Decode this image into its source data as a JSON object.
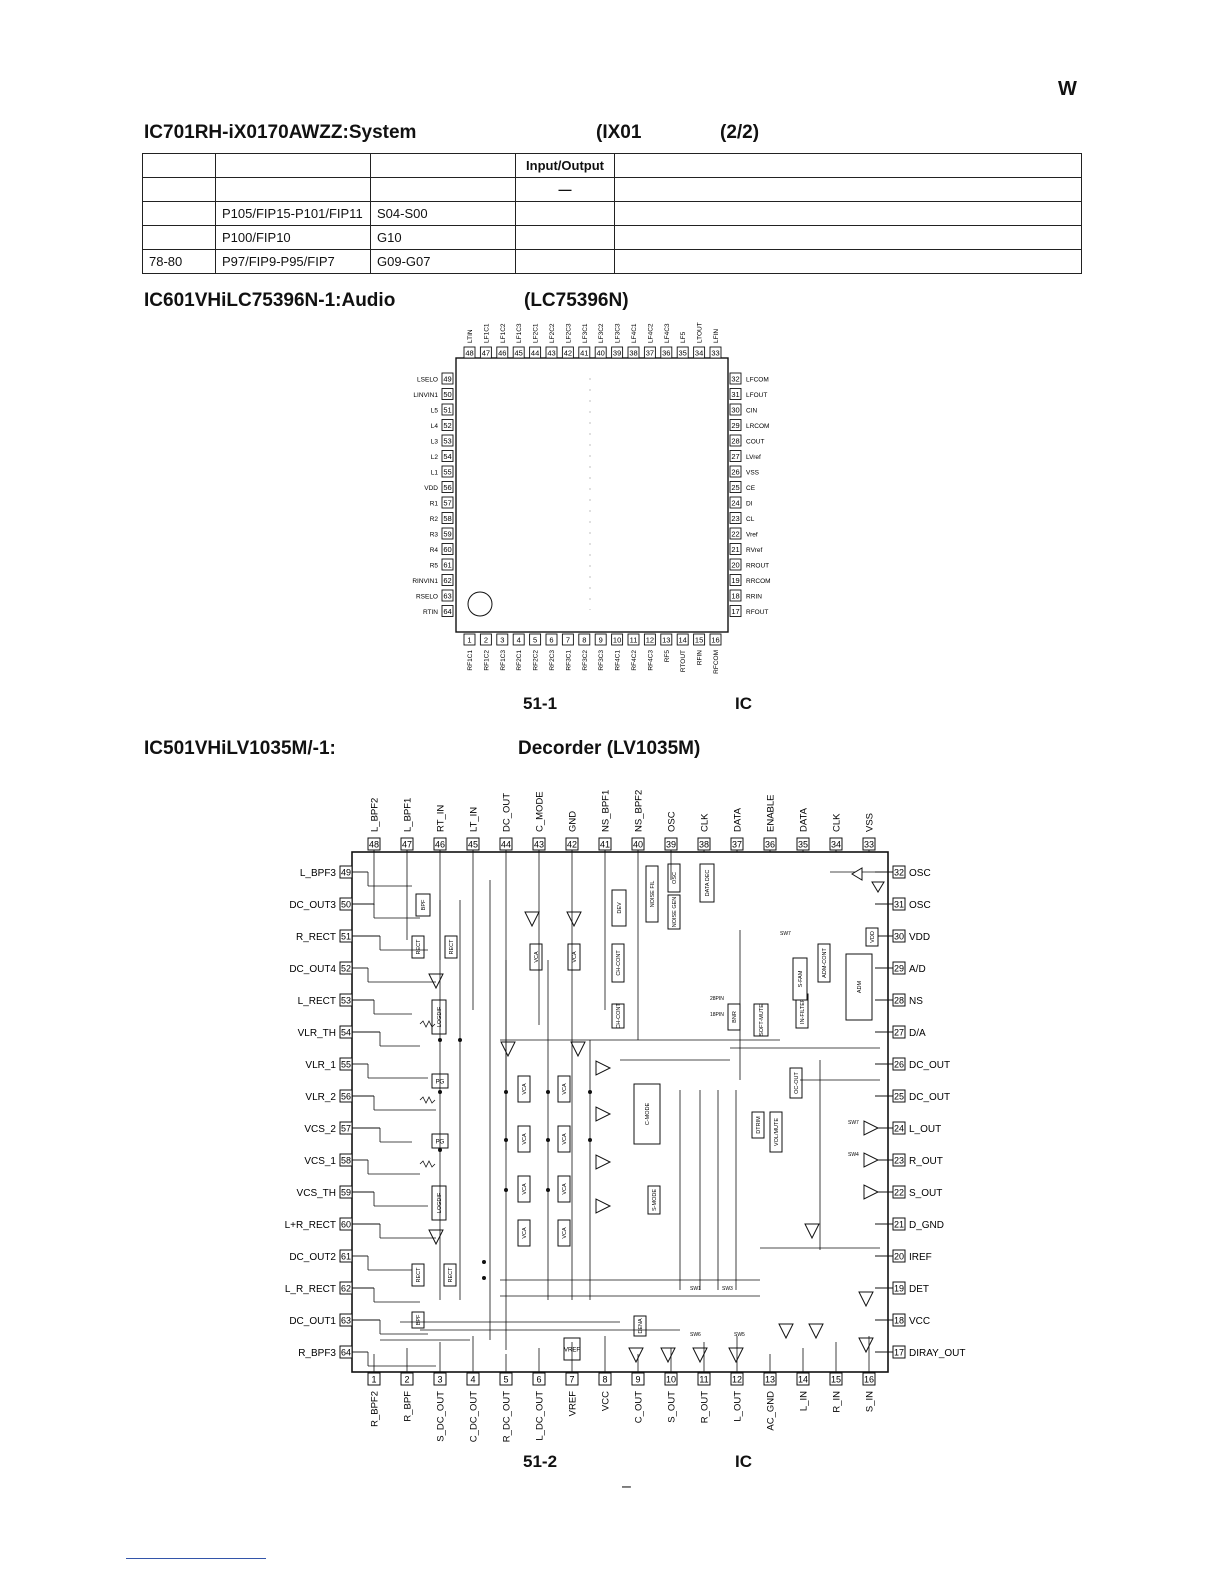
{
  "page_corner": "W",
  "ic701": {
    "title": "IC701RH-iX0170AWZZ:System",
    "subtitle": "(IX01",
    "page": "(2/2)",
    "table": {
      "header": [
        "",
        "",
        "",
        "Input/Output",
        ""
      ],
      "rows": [
        [
          "",
          "",
          "",
          "—",
          ""
        ],
        [
          "",
          "P105/FIP15-P101/FIP11",
          "S04-S00",
          "",
          ""
        ],
        [
          "",
          "P100/FIP10",
          "G10",
          "",
          ""
        ],
        [
          "78-80",
          "P97/FIP9-P95/FIP7",
          "G09-G07",
          "",
          ""
        ]
      ]
    }
  },
  "ic601": {
    "title": "IC601VHiLC75396N-1:Audio",
    "subtitle": "(LC75396N)",
    "top_pins": [
      {
        "n": "48",
        "l": "LTIN"
      },
      {
        "n": "47",
        "l": "LF1C1"
      },
      {
        "n": "46",
        "l": "LF1C2"
      },
      {
        "n": "45",
        "l": "LF1C3"
      },
      {
        "n": "44",
        "l": "LF2C1"
      },
      {
        "n": "43",
        "l": "LF2C2"
      },
      {
        "n": "42",
        "l": "LF2C3"
      },
      {
        "n": "41",
        "l": "LF3C1"
      },
      {
        "n": "40",
        "l": "LF3C2"
      },
      {
        "n": "39",
        "l": "LF3C3"
      },
      {
        "n": "38",
        "l": "LF4C1"
      },
      {
        "n": "37",
        "l": "LF4C2"
      },
      {
        "n": "36",
        "l": "LF4C3"
      },
      {
        "n": "35",
        "l": "LF5"
      },
      {
        "n": "34",
        "l": "LTOUT"
      },
      {
        "n": "33",
        "l": "LFIN"
      }
    ],
    "left_pins": [
      {
        "n": "49",
        "l": "LSELO"
      },
      {
        "n": "50",
        "l": "LINVIN1"
      },
      {
        "n": "51",
        "l": "L5"
      },
      {
        "n": "52",
        "l": "L4"
      },
      {
        "n": "53",
        "l": "L3"
      },
      {
        "n": "54",
        "l": "L2"
      },
      {
        "n": "55",
        "l": "L1"
      },
      {
        "n": "56",
        "l": "VDD"
      },
      {
        "n": "57",
        "l": "R1"
      },
      {
        "n": "58",
        "l": "R2"
      },
      {
        "n": "59",
        "l": "R3"
      },
      {
        "n": "60",
        "l": "R4"
      },
      {
        "n": "61",
        "l": "R5"
      },
      {
        "n": "62",
        "l": "RINVIN1"
      },
      {
        "n": "63",
        "l": "RSELO"
      },
      {
        "n": "64",
        "l": "RTIN"
      }
    ],
    "right_pins": [
      {
        "n": "32",
        "l": "LFCOM"
      },
      {
        "n": "31",
        "l": "LFOUT"
      },
      {
        "n": "30",
        "l": "CIN"
      },
      {
        "n": "29",
        "l": "LRCOM"
      },
      {
        "n": "28",
        "l": "COUT"
      },
      {
        "n": "27",
        "l": "LVref"
      },
      {
        "n": "26",
        "l": "VSS"
      },
      {
        "n": "25",
        "l": "CE"
      },
      {
        "n": "24",
        "l": "DI"
      },
      {
        "n": "23",
        "l": "CL"
      },
      {
        "n": "22",
        "l": "Vref"
      },
      {
        "n": "21",
        "l": "RVref"
      },
      {
        "n": "20",
        "l": "RROUT"
      },
      {
        "n": "19",
        "l": "RRCOM"
      },
      {
        "n": "18",
        "l": "RRIN"
      },
      {
        "n": "17",
        "l": "RFOUT"
      }
    ],
    "bottom_pins": [
      {
        "n": "1",
        "l": "RF1C1"
      },
      {
        "n": "2",
        "l": "RF1C2"
      },
      {
        "n": "3",
        "l": "RF1C3"
      },
      {
        "n": "4",
        "l": "RF2C1"
      },
      {
        "n": "5",
        "l": "RF2C2"
      },
      {
        "n": "6",
        "l": "RF2C3"
      },
      {
        "n": "7",
        "l": "RF3C1"
      },
      {
        "n": "8",
        "l": "RF3C2"
      },
      {
        "n": "9",
        "l": "RF3C3"
      },
      {
        "n": "10",
        "l": "RF4C1"
      },
      {
        "n": "11",
        "l": "RF4C2"
      },
      {
        "n": "12",
        "l": "RF4C3"
      },
      {
        "n": "13",
        "l": "RF5"
      },
      {
        "n": "14",
        "l": "RTOUT"
      },
      {
        "n": "15",
        "l": "RFIN"
      },
      {
        "n": "16",
        "l": "RFCOM"
      }
    ],
    "caption_num": "51-1",
    "caption_ic": "IC"
  },
  "ic501": {
    "title": "IC501VHiLV1035M/-1:",
    "subtitle": "Decorder (LV1035M)",
    "top_pins": [
      {
        "n": "48",
        "l": "L_BPF2"
      },
      {
        "n": "47",
        "l": "L_BPF1"
      },
      {
        "n": "46",
        "l": "RT_IN"
      },
      {
        "n": "45",
        "l": "LT_IN"
      },
      {
        "n": "44",
        "l": "DC_OUT"
      },
      {
        "n": "43",
        "l": "C_MODE"
      },
      {
        "n": "42",
        "l": "GND"
      },
      {
        "n": "41",
        "l": "NS_BPF1"
      },
      {
        "n": "40",
        "l": "NS_BPF2"
      },
      {
        "n": "39",
        "l": "OSC"
      },
      {
        "n": "38",
        "l": "CLK"
      },
      {
        "n": "37",
        "l": "DATA"
      },
      {
        "n": "36",
        "l": "ENABLE"
      },
      {
        "n": "35",
        "l": "DATA"
      },
      {
        "n": "34",
        "l": "CLK"
      },
      {
        "n": "33",
        "l": "VSS"
      }
    ],
    "left_pins": [
      {
        "n": "49",
        "l": "L_BPF3"
      },
      {
        "n": "50",
        "l": "DC_OUT3"
      },
      {
        "n": "51",
        "l": "R_RECT"
      },
      {
        "n": "52",
        "l": "DC_OUT4"
      },
      {
        "n": "53",
        "l": "L_RECT"
      },
      {
        "n": "54",
        "l": "VLR_TH"
      },
      {
        "n": "55",
        "l": "VLR_1"
      },
      {
        "n": "56",
        "l": "VLR_2"
      },
      {
        "n": "57",
        "l": "VCS_2"
      },
      {
        "n": "58",
        "l": "VCS_1"
      },
      {
        "n": "59",
        "l": "VCS_TH"
      },
      {
        "n": "60",
        "l": "L+R_RECT"
      },
      {
        "n": "61",
        "l": "DC_OUT2"
      },
      {
        "n": "62",
        "l": "L_R_RECT"
      },
      {
        "n": "63",
        "l": "DC_OUT1"
      },
      {
        "n": "64",
        "l": "R_BPF3"
      }
    ],
    "right_pins": [
      {
        "n": "32",
        "l": "OSC"
      },
      {
        "n": "31",
        "l": "OSC"
      },
      {
        "n": "30",
        "l": "VDD"
      },
      {
        "n": "29",
        "l": "A/D"
      },
      {
        "n": "28",
        "l": "NS"
      },
      {
        "n": "27",
        "l": "D/A"
      },
      {
        "n": "26",
        "l": "DC_OUT"
      },
      {
        "n": "25",
        "l": "DC_OUT"
      },
      {
        "n": "24",
        "l": "L_OUT"
      },
      {
        "n": "23",
        "l": "R_OUT"
      },
      {
        "n": "22",
        "l": "S_OUT"
      },
      {
        "n": "21",
        "l": "D_GND"
      },
      {
        "n": "20",
        "l": "IREF"
      },
      {
        "n": "19",
        "l": "DET"
      },
      {
        "n": "18",
        "l": "VCC"
      },
      {
        "n": "17",
        "l": "DIRAY_OUT"
      }
    ],
    "bottom_pins": [
      {
        "n": "1",
        "l": "R_BPF2"
      },
      {
        "n": "2",
        "l": "R_BPF"
      },
      {
        "n": "3",
        "l": "S_DC_OUT"
      },
      {
        "n": "4",
        "l": "C_DC_OUT"
      },
      {
        "n": "5",
        "l": "R_DC_OUT"
      },
      {
        "n": "6",
        "l": "L_DC_OUT"
      },
      {
        "n": "7",
        "l": "VREF"
      },
      {
        "n": "8",
        "l": "VCC"
      },
      {
        "n": "9",
        "l": "C_OUT"
      },
      {
        "n": "10",
        "l": "S_OUT"
      },
      {
        "n": "11",
        "l": "R_OUT"
      },
      {
        "n": "12",
        "l": "L_OUT"
      },
      {
        "n": "13",
        "l": "AC_GND"
      },
      {
        "n": "14",
        "l": "L_IN"
      },
      {
        "n": "15",
        "l": "R_IN"
      },
      {
        "n": "16",
        "l": "S_IN"
      }
    ],
    "blocks": [
      "BPF",
      "RECT",
      "RECT",
      "LOGDIF",
      "PG",
      "PG",
      "LOGDIF",
      "VCA",
      "VCA",
      "VCA",
      "VCA",
      "VCA",
      "VCA",
      "VCA",
      "VCA",
      "VCA",
      "VCA",
      "DEV",
      "NOISE FIL",
      "NOISE GEN",
      "OSC",
      "DATA DEC",
      "CH-CONT",
      "CH-CONT",
      "C-MODE",
      "S-MODE",
      "DENA",
      "VREF",
      "BPF",
      "RECT",
      "RECT",
      "BNR",
      "SOFT-MUTE",
      "IN-FILTER",
      "S-FAM",
      "ADM-CONT",
      "ADM",
      "VDD",
      "OC-OUT",
      "DTRIM",
      "VOL/MUTE"
    ],
    "caption_num": "51-2",
    "caption_ic": "IC"
  },
  "page_footer": "–"
}
